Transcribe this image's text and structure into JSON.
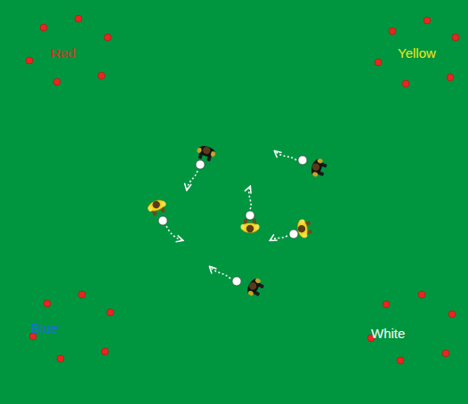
{
  "diagram": {
    "labels": [
      "Red",
      "Yellow",
      "Blue",
      "White"
    ]
  }
}
